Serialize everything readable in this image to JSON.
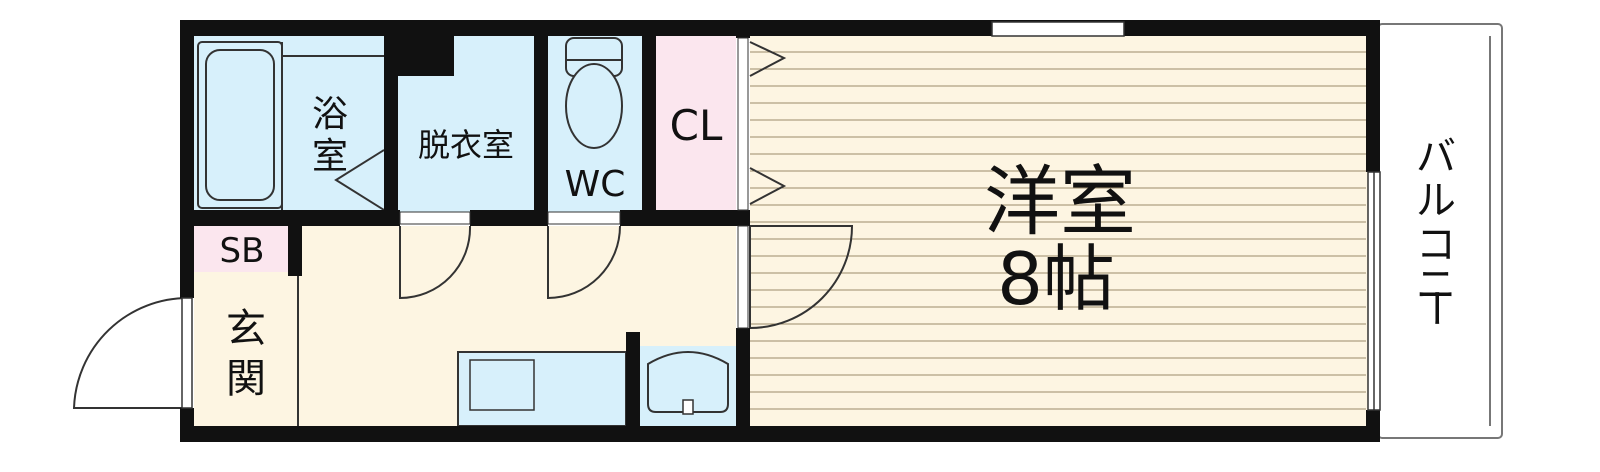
{
  "colors": {
    "wall": "#111111",
    "bath": "#d7f0fb",
    "wc": "#d7f0fb",
    "closet": "#fbe6ee",
    "shoe_box": "#fbe6ee",
    "floor": "#fdf5e2",
    "floor_lines": "#9a8a6a",
    "balcony": "#ffffff"
  },
  "rooms": {
    "bath": {
      "label_chars": [
        "浴",
        "室"
      ]
    },
    "dressing": {
      "label": "脱衣室"
    },
    "wc": {
      "label": "WC"
    },
    "closet": {
      "label": "CL"
    },
    "western": {
      "label_line1": "洋室",
      "label_line2": "8帖"
    },
    "shoe_box": {
      "label": "SB"
    },
    "entrance": {
      "label_chars": [
        "玄",
        "関"
      ]
    },
    "balcony": {
      "label_chars": [
        "バ",
        "ル",
        "コ",
        "ニ",
        "ー"
      ]
    }
  }
}
